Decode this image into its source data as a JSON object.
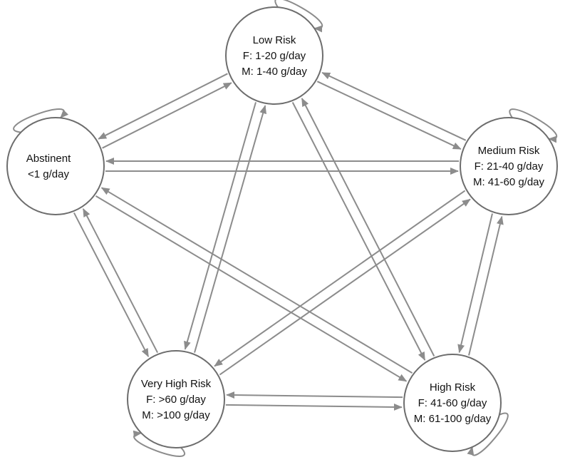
{
  "diagram": {
    "nodes": [
      {
        "id": "low",
        "lines": [
          "Low Risk",
          "F: 1-20 g/day",
          "M: 1-40 g/day"
        ]
      },
      {
        "id": "abstinent",
        "lines": [
          "Abstinent",
          "<1 g/day"
        ]
      },
      {
        "id": "medium",
        "lines": [
          "Medium Risk",
          "F: 21-40 g/day",
          "M: 41-60 g/day"
        ]
      },
      {
        "id": "veryhigh",
        "lines": [
          "Very High Risk",
          "F: >60 g/day",
          "M: >100 g/day"
        ]
      },
      {
        "id": "high",
        "lines": [
          "High Risk",
          "F: 41-60 g/day",
          "M: 61-100 g/day"
        ]
      }
    ],
    "edges": [
      {
        "from": "abstinent",
        "to": "low"
      },
      {
        "from": "low",
        "to": "abstinent"
      },
      {
        "from": "abstinent",
        "to": "medium"
      },
      {
        "from": "medium",
        "to": "abstinent"
      },
      {
        "from": "abstinent",
        "to": "high"
      },
      {
        "from": "high",
        "to": "abstinent"
      },
      {
        "from": "abstinent",
        "to": "veryhigh"
      },
      {
        "from": "veryhigh",
        "to": "abstinent"
      },
      {
        "from": "low",
        "to": "medium"
      },
      {
        "from": "medium",
        "to": "low"
      },
      {
        "from": "low",
        "to": "high"
      },
      {
        "from": "high",
        "to": "low"
      },
      {
        "from": "low",
        "to": "veryhigh"
      },
      {
        "from": "veryhigh",
        "to": "low"
      },
      {
        "from": "medium",
        "to": "high"
      },
      {
        "from": "high",
        "to": "medium"
      },
      {
        "from": "medium",
        "to": "veryhigh"
      },
      {
        "from": "veryhigh",
        "to": "medium"
      },
      {
        "from": "veryhigh",
        "to": "high"
      },
      {
        "from": "high",
        "to": "veryhigh"
      }
    ],
    "self_loops": [
      "low",
      "abstinent",
      "medium",
      "veryhigh",
      "high"
    ],
    "colors": {
      "edge": "#8c8c8c",
      "node_stroke": "#6d6d6d",
      "text": "#111111"
    }
  }
}
